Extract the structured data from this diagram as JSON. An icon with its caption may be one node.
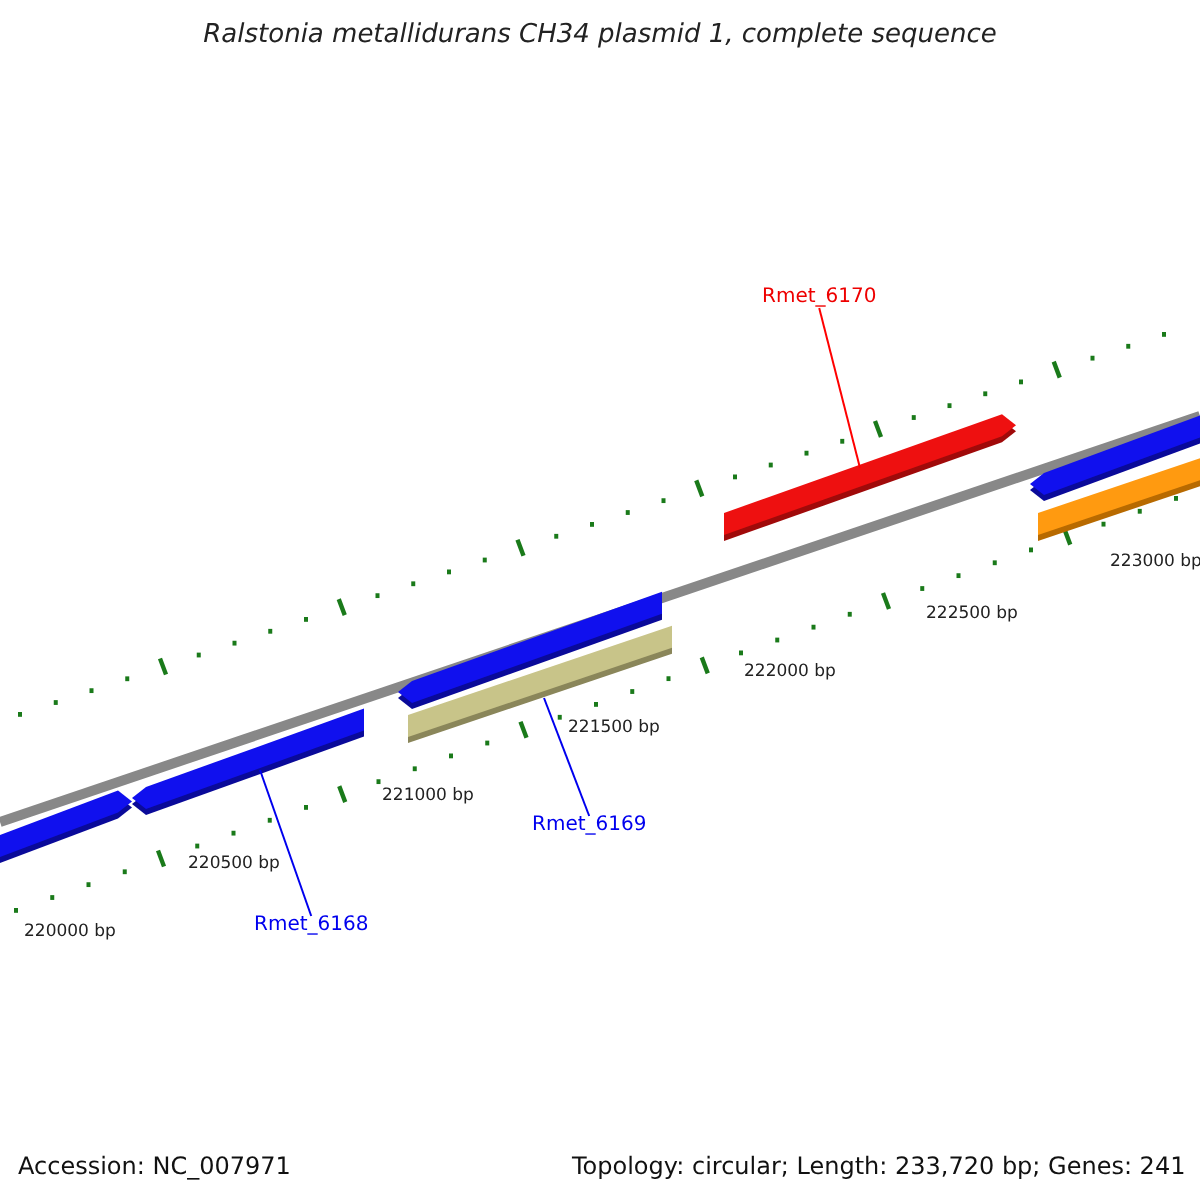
{
  "diagram": {
    "title": "Ralstonia metallidurans CH34 plasmid 1, complete sequence",
    "nodes": [
      {
        "text": [
          "Rmet_6170"
        ]
      },
      {
        "text": [
          "Rmet_6169"
        ]
      },
      {
        "text": [
          "Rmet_6168"
        ]
      },
      {
        "text": [],
        "shape": "bar"
      },
      {
        "text": [],
        "shape": "bar"
      },
      {
        "text": [],
        "shape": "bar"
      }
    ],
    "edges": [
      {
        "from": 0,
        "to": 5,
        "arrow": "none",
        "color": "#ff0000"
      },
      {
        "from": 1,
        "to": 4,
        "arrow": "none"
      },
      {
        "from": 2,
        "to": 3,
        "arrow": "none"
      }
    ],
    "labels": [
      "220000 bp",
      "220500 bp",
      "221000 bp",
      "221500 bp",
      "222000 bp",
      "222500 bp",
      "223000 bp",
      "Accession: NC_007971",
      "Topology: circular; Length: 233,720 bp; Genes: 241"
    ]
  }
}
